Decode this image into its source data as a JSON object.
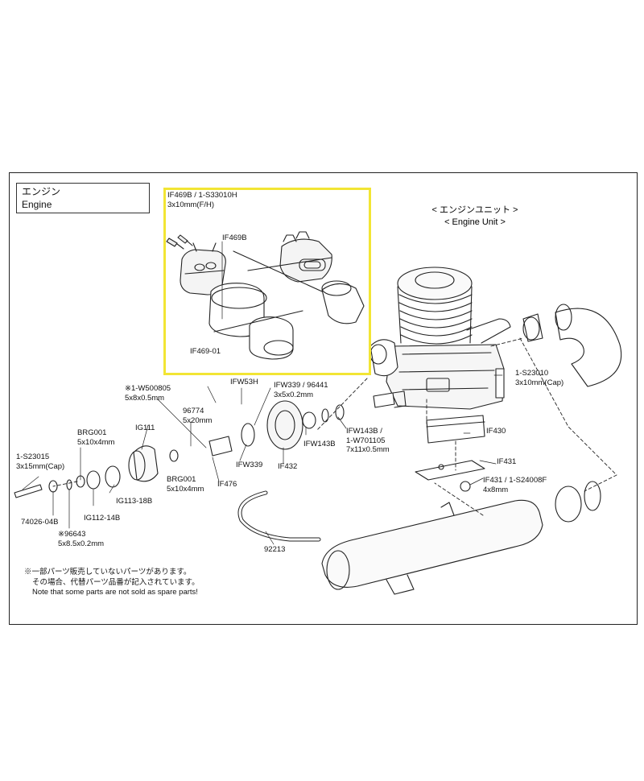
{
  "title": {
    "japanese": "エンジン",
    "english": "Engine"
  },
  "engine_unit": {
    "japanese": "< エンジンユニット >",
    "english": "< Engine Unit >"
  },
  "parts": {
    "if469b_screw": [
      "IF469B / 1-S33010H",
      "3x10mm(F/H)"
    ],
    "if469b": [
      "IF469B"
    ],
    "if469_01": [
      "IF469-01"
    ],
    "ifw53h": [
      "IFW53H"
    ],
    "ifw339_96441": [
      "IFW339 / 96441",
      "3x5x0.2mm"
    ],
    "w500805": [
      "※1-W500805",
      "5x8x0.5mm"
    ],
    "p96774": [
      "96774",
      "5x20mm"
    ],
    "ig111": [
      "IG111"
    ],
    "brg001_top": [
      "BRG001",
      "5x10x4mm"
    ],
    "brg001_bottom": [
      "BRG001",
      "5x10x4mm"
    ],
    "s23015": [
      "1-S23015",
      "3x15mm(Cap)"
    ],
    "ig113_18b": [
      "IG113-18B"
    ],
    "ig112_14b": [
      "IG112-14B"
    ],
    "p74026_04b": [
      "74026-04B"
    ],
    "p96643": [
      "※96643",
      "5x8.5x0.2mm"
    ],
    "ifw339": [
      "IFW339"
    ],
    "if476": [
      "IF476"
    ],
    "if432": [
      "IF432"
    ],
    "ifw143b": [
      "IFW143B"
    ],
    "ifw143b_w701105": [
      "IFW143B /",
      "1-W701105",
      "7x11x0.5mm"
    ],
    "if430": [
      "IF430"
    ],
    "if431": [
      "IF431"
    ],
    "if431_s24008f": [
      "IF431 / 1-S24008F",
      "4x8mm"
    ],
    "s23010": [
      "1-S23010",
      "3x10mm(Cap)"
    ],
    "p92213": [
      "92213"
    ]
  },
  "note": {
    "line1": "※一部パーツ販売していないパーツがあります。",
    "line2": "その場合、代替パーツ品番が記入されています。",
    "line3": "Note that some parts are not sold as spare parts!"
  },
  "colors": {
    "highlight": "#f2e534",
    "line": "#222222"
  }
}
